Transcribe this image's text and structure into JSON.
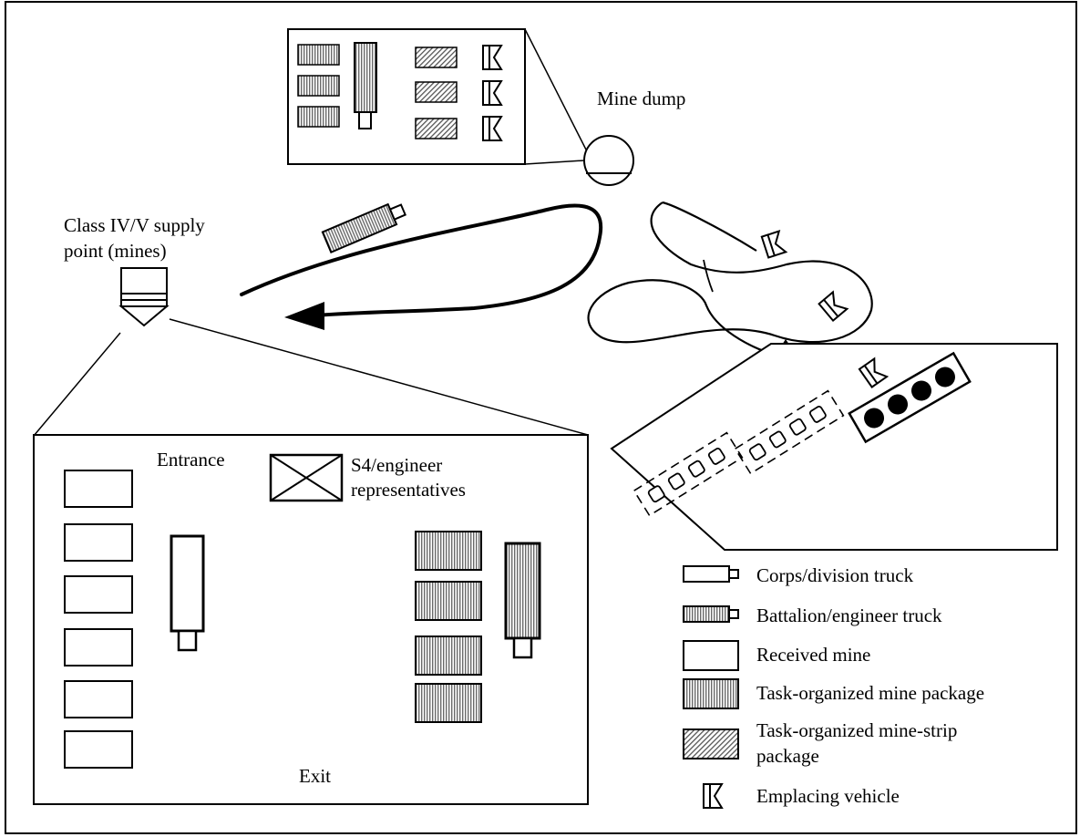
{
  "labels": {
    "mine_dump": "Mine dump",
    "supply_point_line1": "Class IV/V supply",
    "supply_point_line2": "point (mines)",
    "entrance": "Entrance",
    "exit": "Exit",
    "s4_line1": "S4/engineer",
    "s4_line2": "representatives"
  },
  "legend": {
    "items": [
      {
        "icon": "corps-division-truck-icon",
        "label_line1": "Corps/division truck",
        "label_line2": ""
      },
      {
        "icon": "battalion-engineer-truck-icon",
        "label_line1": "Battalion/engineer truck",
        "label_line2": ""
      },
      {
        "icon": "received-mine-icon",
        "label_line1": "Received mine",
        "label_line2": ""
      },
      {
        "icon": "mine-package-icon",
        "label_line1": "Task-organized mine package",
        "label_line2": ""
      },
      {
        "icon": "mine-strip-package-icon",
        "label_line1": "Task-organized mine-strip",
        "label_line2": "package"
      },
      {
        "icon": "emplacing-vehicle-icon",
        "label_line1": "Emplacing vehicle",
        "label_line2": ""
      }
    ]
  },
  "colors": {
    "line": "#000000",
    "package_fill": "#a8a8a8",
    "background": "#ffffff"
  }
}
